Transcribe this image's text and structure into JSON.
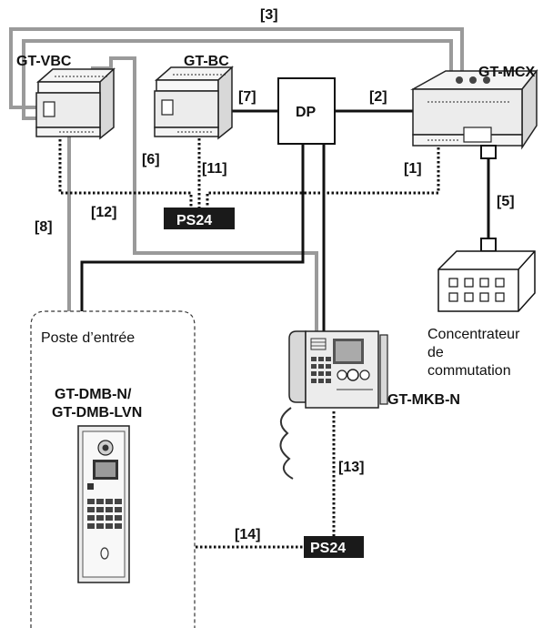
{
  "devices": {
    "vbc": "GT-VBC",
    "bc": "GT-BC",
    "mcx": "GT-MCX",
    "dp": "DP",
    "mkb": "GT-MKB-N",
    "ps24_top": "PS24",
    "ps24_bottom": "PS24",
    "entry_model_1": "GT-DMB-N/",
    "entry_model_2": "GT-DMB-LVN"
  },
  "entry_station_label": "Poste d’entrée",
  "switching_hub": [
    "Concentrateur",
    "de",
    "commutation"
  ],
  "cable_labels": {
    "c1": "[1]",
    "c2": "[2]",
    "c3": "[3]",
    "c5": "[5]",
    "c6": "[6]",
    "c7": "[7]",
    "c8": "[8]",
    "c11": "[11]",
    "c12": "[12]",
    "c13": "[13]",
    "c14": "[14]"
  },
  "colors": {
    "cable_black": "#111111",
    "cable_gray": "#9a9a9a",
    "device_fill": "#ececec",
    "ps24_fill": "#1a1a1a"
  }
}
